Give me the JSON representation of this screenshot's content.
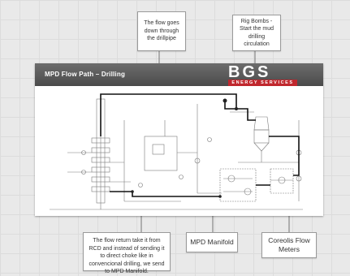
{
  "slide": {
    "title": "MPD Flow Path – Drilling",
    "logo_main": "BGS",
    "logo_sub": "ENERGY SERVICES"
  },
  "notes": {
    "flow_down": "The flow goes down through the drillpipe",
    "rig_bombs": "Rig Bombs - Start the mud drilling circulation",
    "flow_return": "The flow return take it from RCD and instead of sending it to direct choke like in convencional drilling, we send to MPD Manifold.",
    "mpd_manifold": "MPD Manifold",
    "coreolis": "Coreolis Flow Meters"
  },
  "colors": {
    "flow_highlight": "#111111",
    "header": "#4a4a4a",
    "brand_red": "#c0272d"
  }
}
